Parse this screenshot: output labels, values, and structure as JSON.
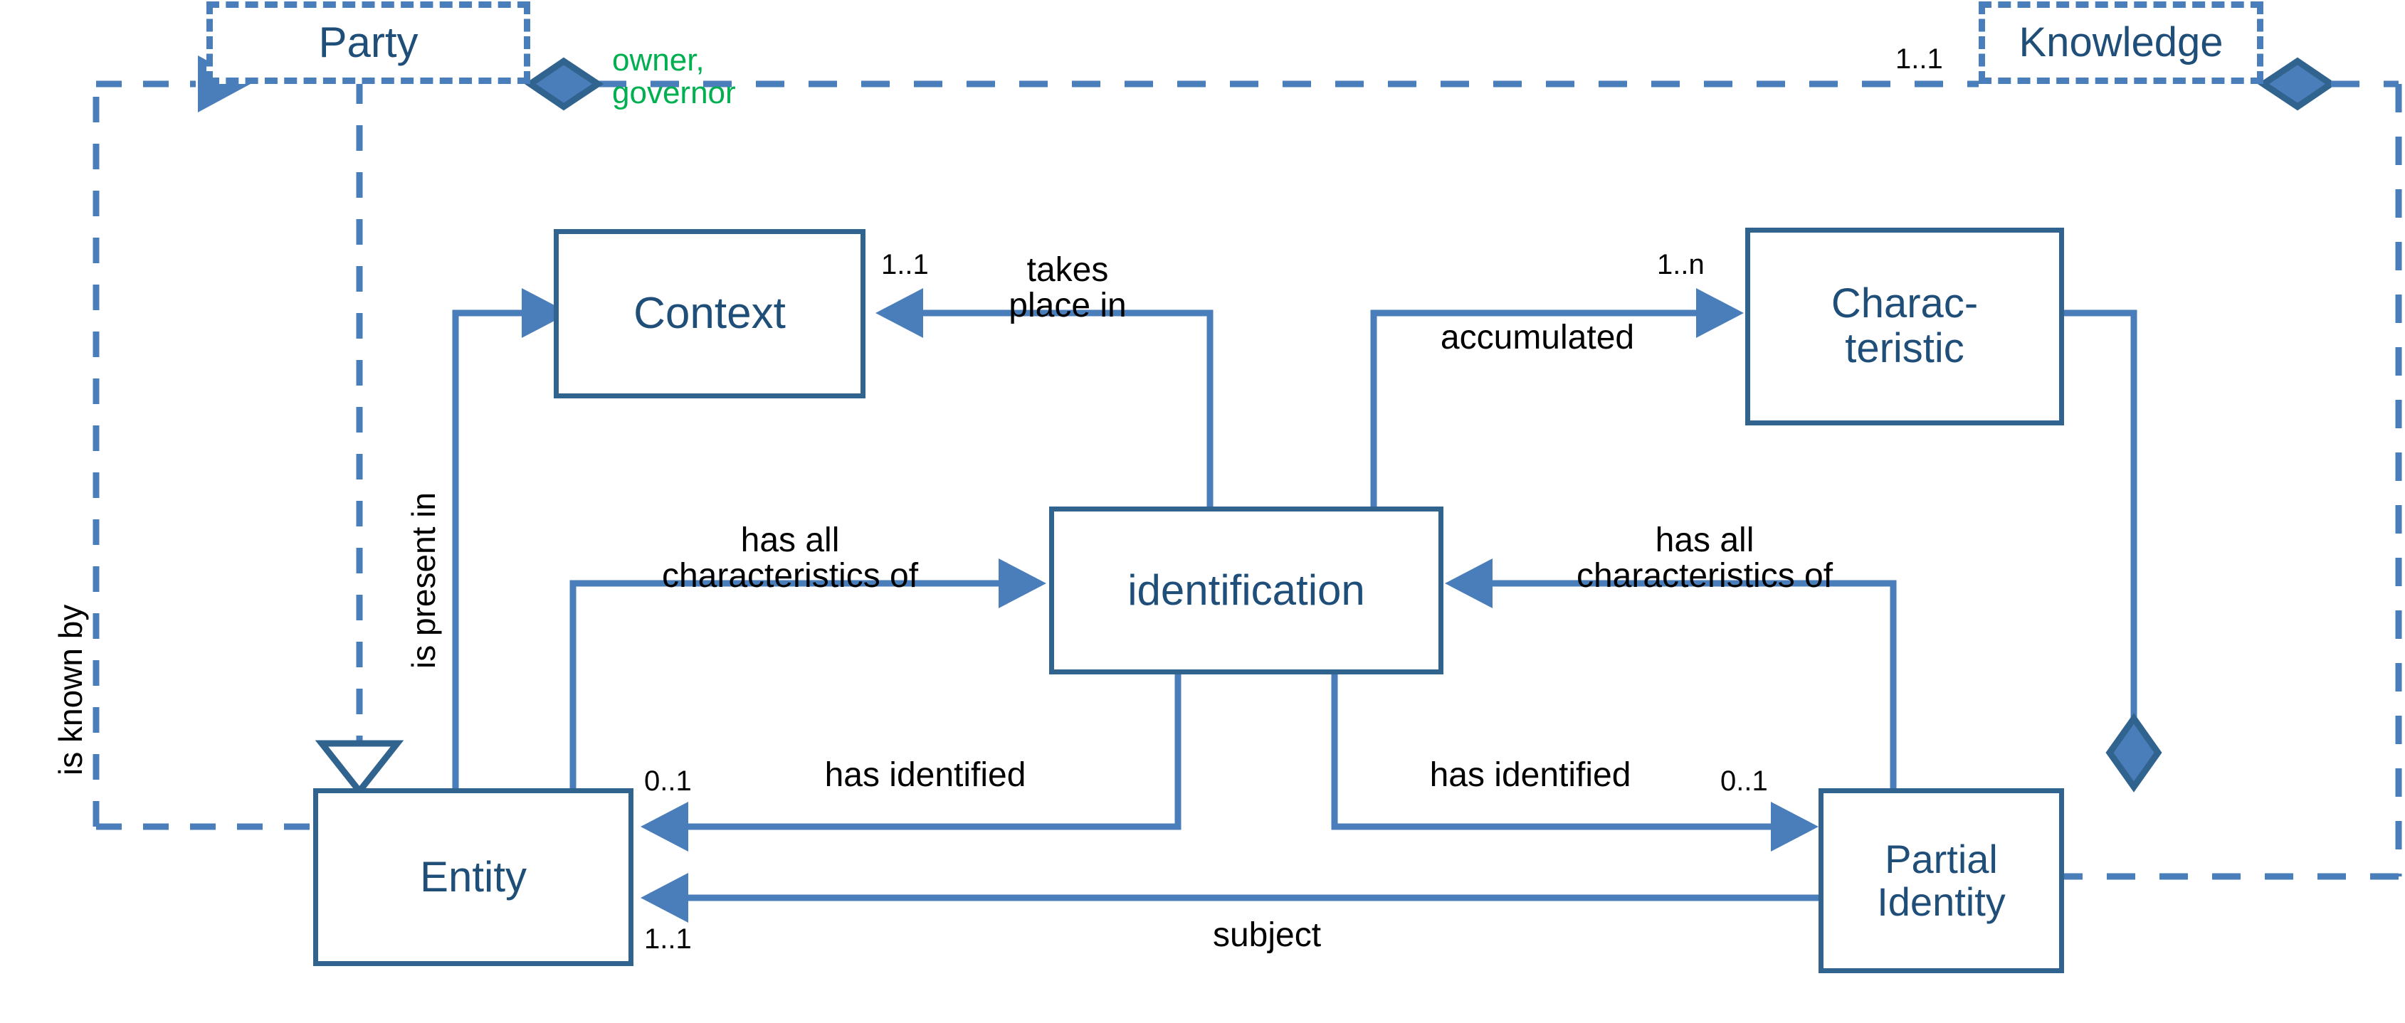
{
  "diagram": {
    "title": "Identity model class diagram",
    "colors": {
      "box_border_solid": "#31638F",
      "box_border_dashed": "#4A7EBB",
      "connector": "#4A7EBB",
      "node_text": "#1F4E79",
      "label_text": "#000000",
      "accent_green": "#00B050",
      "background": "#FFFFFF"
    },
    "nodes": [
      {
        "id": "party",
        "label": "Party",
        "border": "dashed"
      },
      {
        "id": "knowledge",
        "label": "Knowledge",
        "border": "dashed"
      },
      {
        "id": "context",
        "label": "Context",
        "border": "solid"
      },
      {
        "id": "characteristic",
        "label": "Charac-\nteristic",
        "border": "solid"
      },
      {
        "id": "identification",
        "label": "identification",
        "border": "solid"
      },
      {
        "id": "entity",
        "label": "Entity",
        "border": "solid"
      },
      {
        "id": "partial_identity",
        "label": "Partial\nIdentity",
        "border": "solid"
      }
    ],
    "edge_labels": {
      "owner_governor": "owner,\ngovernor",
      "is_known_by": "is known by",
      "is_present_in": "is present in",
      "takes_place_in": "takes\nplace in",
      "accumulated": "accumulated",
      "has_all_characteristics_of_left": "has all\ncharacteristics of",
      "has_all_characteristics_of_right": "has all\ncharacteristics of",
      "has_identified_left": "has identified",
      "has_identified_right": "has identified",
      "subject": "subject"
    },
    "multiplicities": {
      "knowledge_left": "1..1",
      "context_right": "1..1",
      "characteristic_left": "1..n",
      "entity_right_upper": "0..1",
      "entity_right_lower": "1..1",
      "partial_identity_left": "0..1"
    }
  }
}
